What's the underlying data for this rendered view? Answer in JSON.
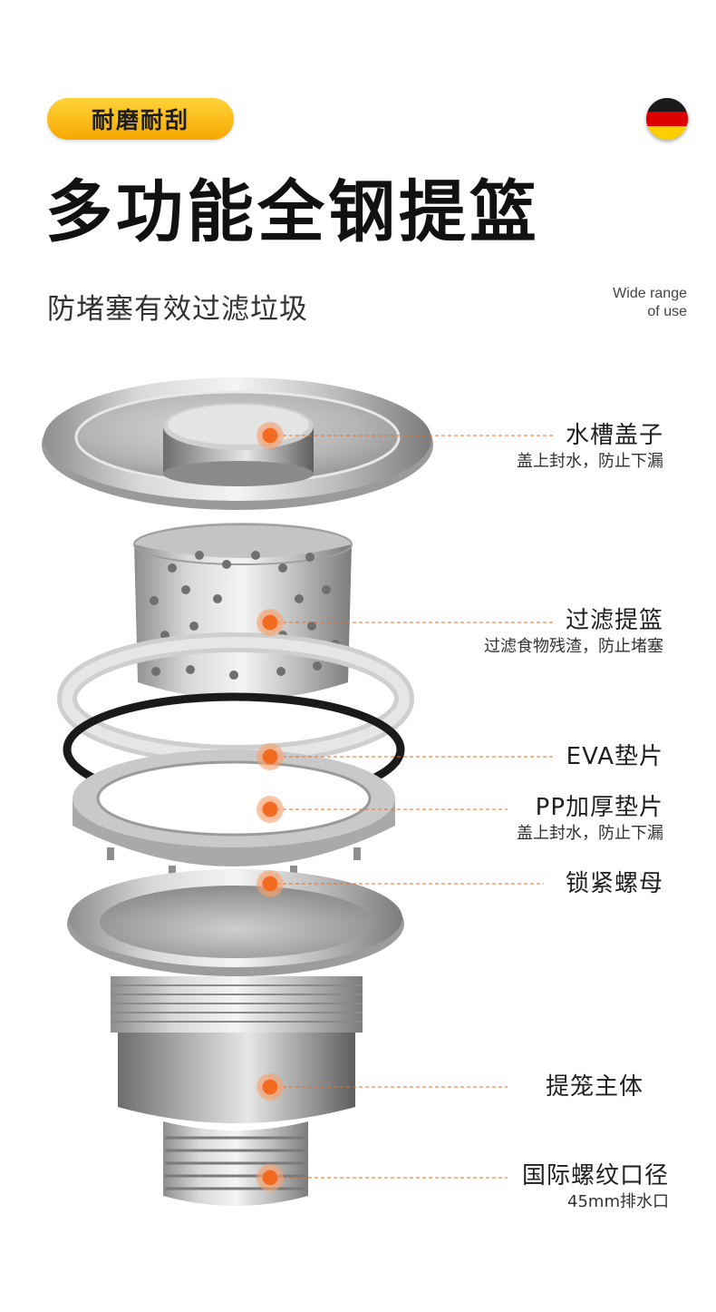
{
  "badge": "耐磨耐刮",
  "title": "多功能全钢提篮",
  "subtitle": "防堵塞有效过滤垃圾",
  "tagline": {
    "line1": "Wide range",
    "line2": "of use"
  },
  "flag": {
    "colors": [
      "#1a1a1a",
      "#dd0000",
      "#ffce00"
    ]
  },
  "accent_color": "#f26b21",
  "callouts": [
    {
      "title": "水槽盖子",
      "desc": "盖上封水，防止下漏"
    },
    {
      "title": "过滤提篮",
      "desc": "过滤食物残渣，防止堵塞"
    },
    {
      "title": "EVA垫片",
      "desc": ""
    },
    {
      "title": "PP加厚垫片",
      "desc": "盖上封水，防止下漏"
    },
    {
      "title": "锁紧螺母",
      "desc": ""
    },
    {
      "title": "提笼主体",
      "desc": ""
    },
    {
      "title": "国际螺纹口径",
      "desc": "45mm排水口"
    }
  ]
}
